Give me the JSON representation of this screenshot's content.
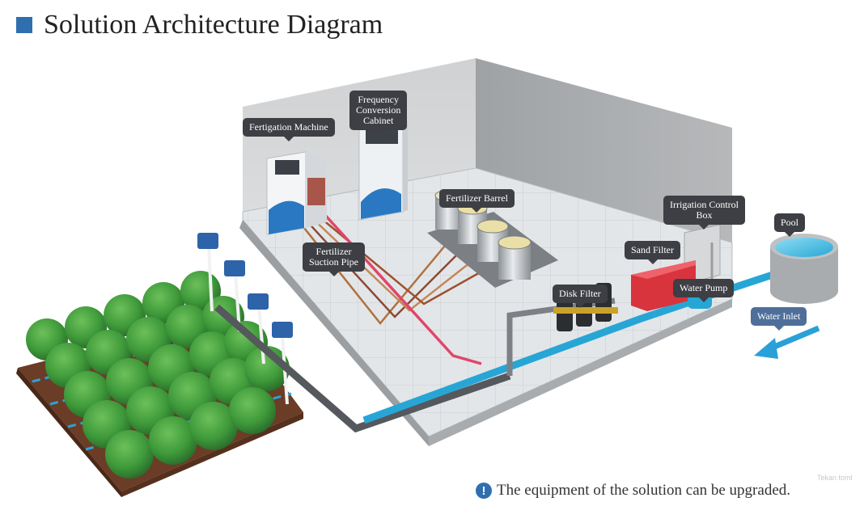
{
  "header": {
    "title": "Solution Architecture Diagram"
  },
  "labels": {
    "fertigation_machine": "Fertigation Machine",
    "frequency_cabinet": "Frequency\nConversion\nCabinet",
    "fertilizer_barrel": "Fertilizer Barrel",
    "irrigation_control_box": "Irrigation Control\nBox",
    "pool": "Pool",
    "sand_filter": "Sand Filter",
    "fertilizer_suction_pipe": "Fertilizer\nSuction Pipe",
    "disk_filter": "Disk Filter",
    "water_pump": "Water Pump",
    "water_inlet": "Water Inlet"
  },
  "footer": {
    "note": "The equipment of the solution can be upgraded.",
    "note_icon": "!"
  },
  "watermark": "Tekan toml",
  "colors": {
    "accent": "#2f6fb0",
    "callout": "#3d3f44",
    "water_inlet_callout": "#4f6f9a",
    "water_pipe": "#27a6d6",
    "fertilizer_pipe": "#e0466a",
    "sand_filter": "#d8343d",
    "tree": "#3f9a3a"
  },
  "icons": {
    "title": "blue-square-icon",
    "footer": "exclamation-circle-icon",
    "flow": "arrow-icon"
  }
}
